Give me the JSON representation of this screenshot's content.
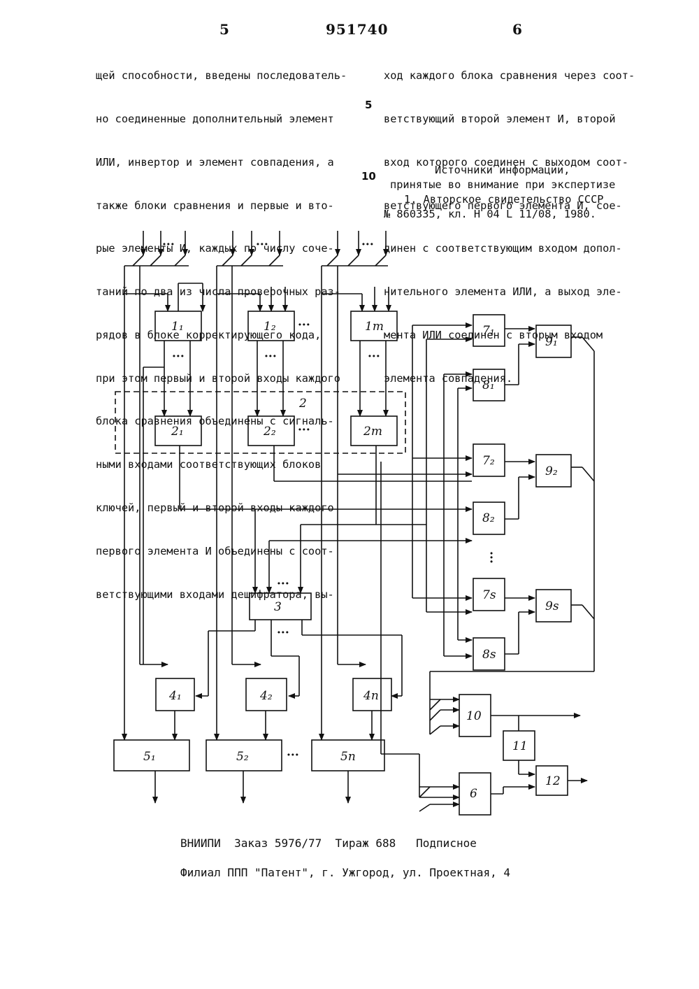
{
  "header": {
    "left_page": "5",
    "patent_number": "951740",
    "right_page": "6"
  },
  "left_column": [
    "щей способности, введены последователь-",
    "но соединенные дополнительный элемент",
    "ИЛИ, инвертор и элемент совпадения, а",
    "также блоки сравнения и первые и вто-",
    "рые элементы И, каждых по числу соче-",
    "таний по два из числа проверочных раз-",
    "рядов в блоке корректирующего кода,",
    "при этом первый и второй входы каждого",
    "блока сравнения объединены с сигналь-",
    "ными входами соответствующих блоков",
    "ключей, первый и второй входы каждого",
    "первого элемента И объединены с соот-",
    "ветствующими входами дешифратора, вы-"
  ],
  "right_column": [
    "ход каждого блока сравнения через соот-",
    "ветствующий второй элемент И, второй",
    "вход которого соединен с выходом соот-",
    "ветствующего первого элемента И, сое-",
    "динен с соответствующим входом допол-",
    "нительного элемента ИЛИ, а выход эле-",
    "мента ИЛИ соединен с вторым входом",
    "элемента совпадения."
  ],
  "line_numbers": {
    "five": "5",
    "ten": "10"
  },
  "sources": {
    "heading": "Источники информации,",
    "subheading": "принятые во внимание при экспертизе",
    "ref1": "1. Авторское свидетельство СССР",
    "ref2": "№ 860335, кл. Н 04 L 11/08, 1980."
  },
  "diagram": {
    "labels": {
      "b1_1": "1₁",
      "b1_2": "1₂",
      "b1_m": "1m",
      "b2_1": "2₁",
      "b2_2": "2₂",
      "b2_m": "2m",
      "group2": "2",
      "b3": "3",
      "b4_1": "4₁",
      "b4_2": "4₂",
      "b4_n": "4n",
      "b5_1": "5₁",
      "b5_2": "5₂",
      "b5_n": "5n",
      "b6": "6",
      "b7_1": "7₁",
      "b7_2": "7₂",
      "b7_s": "7s",
      "b8_1": "8₁",
      "b8_2": "8₂",
      "b8_s": "8s",
      "b9_1": "9₁",
      "b9_2": "9₂",
      "b9_s": "9s",
      "b10": "10",
      "b11": "11",
      "b12": "12",
      "dots": "···"
    }
  },
  "footer": {
    "line1": "ВНИИПИ  Заказ 5976/77  Тираж 688   Подписное",
    "line2": "Филиал ППП \"Патент\", г. Ужгород, ул. Проектная, 4"
  }
}
